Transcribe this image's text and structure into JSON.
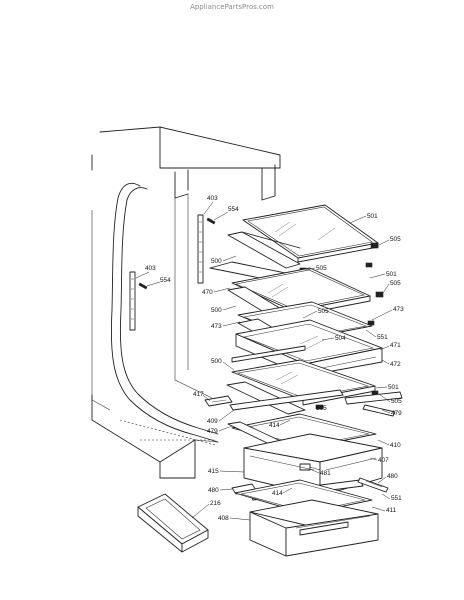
{
  "watermark": "AppliancePartsPros.com",
  "callouts": {
    "c403a": "403",
    "c554a": "554",
    "c501a": "501",
    "c505a": "505",
    "c500a": "500",
    "c505b": "505",
    "c501b": "501",
    "c505c": "505",
    "c470": "470",
    "c403b": "403",
    "c554b": "554",
    "c500b": "500",
    "c473a": "473",
    "c505d": "505",
    "c473b": "473",
    "c504": "504",
    "c551a": "551",
    "c471": "471",
    "c472": "472",
    "c500c": "500",
    "c501c": "501",
    "c417": "417",
    "c505e": "505",
    "c505f": "505",
    "c479a": "479",
    "c409": "409",
    "c414a": "414",
    "c479b": "479",
    "c410": "410",
    "c481": "481",
    "c407": "407",
    "c415": "415",
    "c480a": "480",
    "c480b": "480",
    "c414b": "414",
    "c551b": "551",
    "c216": "216",
    "c411": "411",
    "c408": "408"
  }
}
